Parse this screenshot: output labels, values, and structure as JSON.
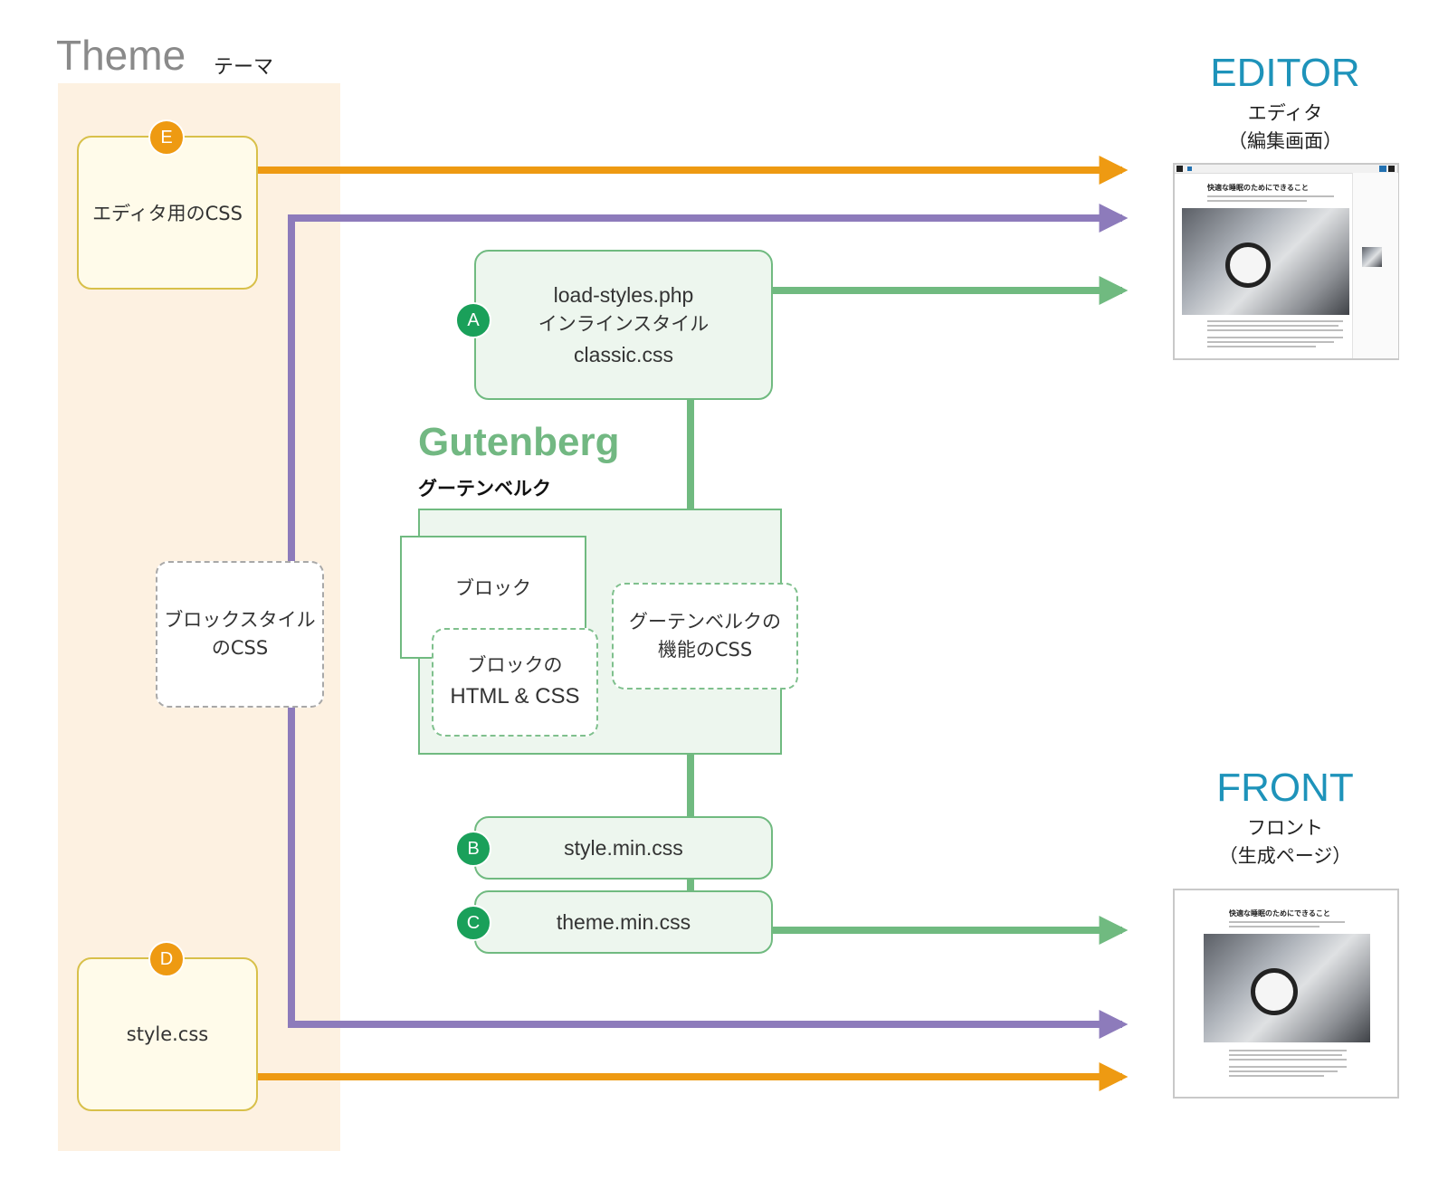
{
  "theme": {
    "title": "Theme",
    "subtitle": "テーマ"
  },
  "editor_css": {
    "badge": "E",
    "label": "エディタ用のCSS"
  },
  "style_css": {
    "badge": "D",
    "label": "style.css"
  },
  "block_style_css": {
    "label_line1": "ブロックスタイル",
    "label_line2": "のCSS"
  },
  "load_styles": {
    "badge": "A",
    "line1": "load-styles.php",
    "line2": "インラインスタイル",
    "line3": "classic.css"
  },
  "gutenberg": {
    "title": "Gutenberg",
    "subtitle": "グーテンベルク",
    "block_label": "ブロック",
    "block_html_css_line1": "ブロックの",
    "block_html_css_line2": "HTML & CSS",
    "feature_css_line1": "グーテンベルクの",
    "feature_css_line2": "機能のCSS"
  },
  "style_min": {
    "badge": "B",
    "label": "style.min.css"
  },
  "theme_min": {
    "badge": "C",
    "label": "theme.min.css"
  },
  "editor": {
    "title": "EDITOR",
    "sub1": "エディタ",
    "sub2": "（編集画面）",
    "screenshot_heading": "快適な睡眠のためにできること"
  },
  "front": {
    "title": "FRONT",
    "sub1": "フロント",
    "sub2": "（生成ページ）",
    "screenshot_heading": "快適な睡眠のためにできること"
  },
  "colors": {
    "orange": "#ee9a12",
    "purple": "#8d7bbb",
    "green": "#70ba80",
    "blue": "#1e93ba",
    "theme_band": "#fdf1e1"
  }
}
